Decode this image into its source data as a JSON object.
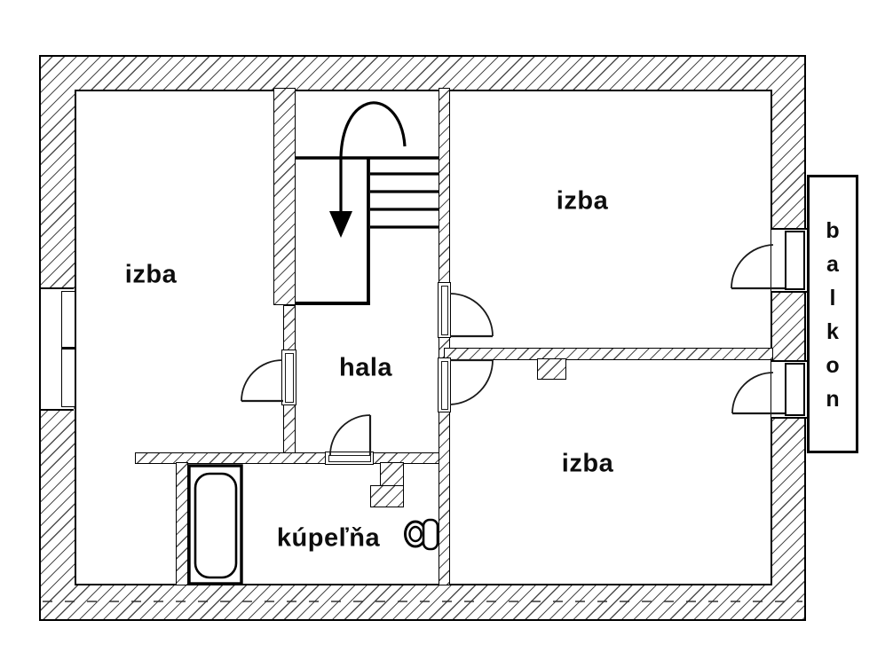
{
  "rooms": {
    "izba_left": {
      "label": "izba"
    },
    "izba_top_right": {
      "label": "izba"
    },
    "izba_bottom_right": {
      "label": "izba"
    },
    "hala": {
      "label": "hala"
    },
    "kupelna": {
      "label": "kúpeľňa"
    },
    "balkon": {
      "label": "balkon",
      "letters": [
        "b",
        "a",
        "l",
        "k",
        "o",
        "n"
      ]
    }
  },
  "fixtures": {
    "bathtub": "bathtub",
    "toilet": "toilet",
    "stairs": "staircase",
    "stair_direction_icon": "curved-down-arrow"
  },
  "colors": {
    "background": "#ffffff",
    "line": "#000000",
    "hatch_line": "#4d4d4d"
  }
}
